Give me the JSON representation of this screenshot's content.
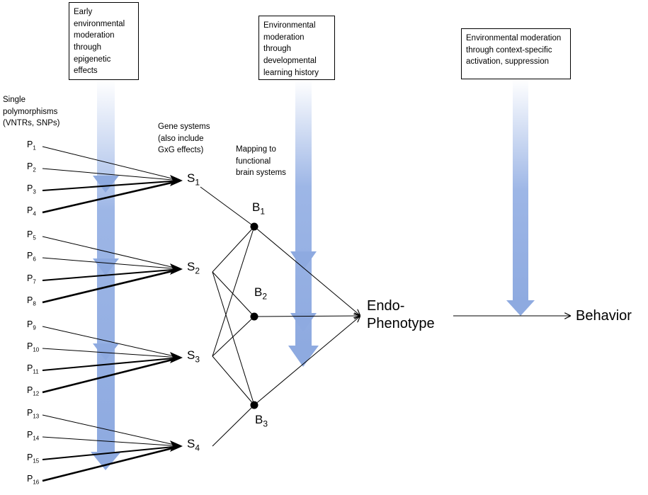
{
  "boxes": {
    "epigenetic": "Early environmental moderation through epigenetic effects",
    "developmental": "Environmental moderation through developmental learning history",
    "context": "Environmental moderation through context-specific activation, suppression"
  },
  "labels": {
    "single_line1": "Single",
    "single_line2": "polymorphisms",
    "single_line3": "(VNTRs, SNPs)",
    "gene_line1": "Gene systems",
    "gene_line2": "(also include",
    "gene_line3": "GxG effects)",
    "mapping_line1": "Mapping to",
    "mapping_line2": "functional",
    "mapping_line3": "brain systems"
  },
  "polymorphisms": [
    {
      "letter": "P",
      "index": "1"
    },
    {
      "letter": "P",
      "index": "2"
    },
    {
      "letter": "P",
      "index": "3"
    },
    {
      "letter": "P",
      "index": "4"
    },
    {
      "letter": "P",
      "index": "5"
    },
    {
      "letter": "P",
      "index": "6"
    },
    {
      "letter": "P",
      "index": "7"
    },
    {
      "letter": "P",
      "index": "8"
    },
    {
      "letter": "P",
      "index": "9"
    },
    {
      "letter": "P",
      "index": "10"
    },
    {
      "letter": "P",
      "index": "11"
    },
    {
      "letter": "P",
      "index": "12"
    },
    {
      "letter": "P",
      "index": "13"
    },
    {
      "letter": "P",
      "index": "14"
    },
    {
      "letter": "P",
      "index": "15"
    },
    {
      "letter": "P",
      "index": "16"
    }
  ],
  "gene_systems": [
    {
      "letter": "S",
      "index": "1"
    },
    {
      "letter": "S",
      "index": "2"
    },
    {
      "letter": "S",
      "index": "3"
    },
    {
      "letter": "S",
      "index": "4"
    }
  ],
  "brain_systems": [
    {
      "letter": "B",
      "index": "1"
    },
    {
      "letter": "B",
      "index": "2"
    },
    {
      "letter": "B",
      "index": "3"
    }
  ],
  "endophenotype_line1": "Endo-",
  "endophenotype_line2": "Phenotype",
  "behavior": "Behavior",
  "colors": {
    "arrow_fill": "#9db6e6",
    "arrow_fade": "#ffffff",
    "line": "#000000"
  }
}
